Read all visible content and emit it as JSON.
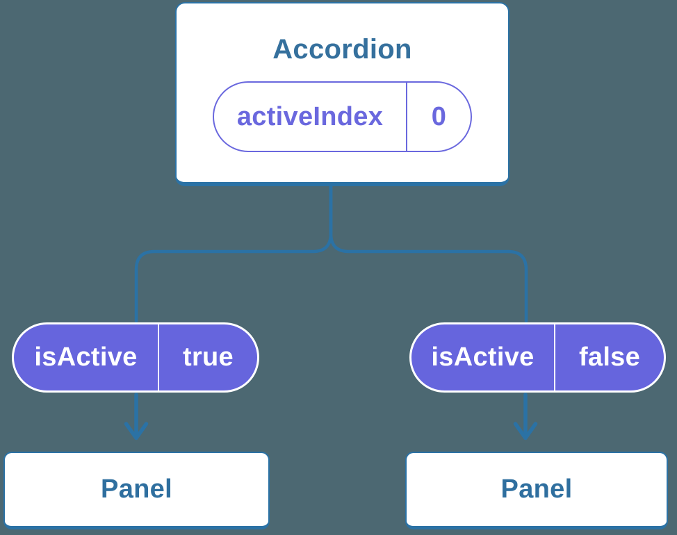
{
  "diagram": {
    "description": "Component tree: Accordion parent holding state, passing isActive props to two Panel children",
    "colors": {
      "background": "#4c6872",
      "connector_blue": "#2b72a5",
      "label_blue": "#35709d",
      "panel_label_blue": "#2f6f9f",
      "pill_purple_fill": "#6665dd",
      "state_pill_purple": "#6a68de",
      "card_fill": "#ffffff",
      "pill_text_white": "#ffffff"
    },
    "tree": {
      "root": {
        "title": "Accordion",
        "state": {
          "name": "activeIndex",
          "value": "0"
        }
      },
      "children": [
        {
          "prop": {
            "name": "isActive",
            "value": "true"
          },
          "panel_label": "Panel"
        },
        {
          "prop": {
            "name": "isActive",
            "value": "false"
          },
          "panel_label": "Panel"
        }
      ]
    }
  }
}
